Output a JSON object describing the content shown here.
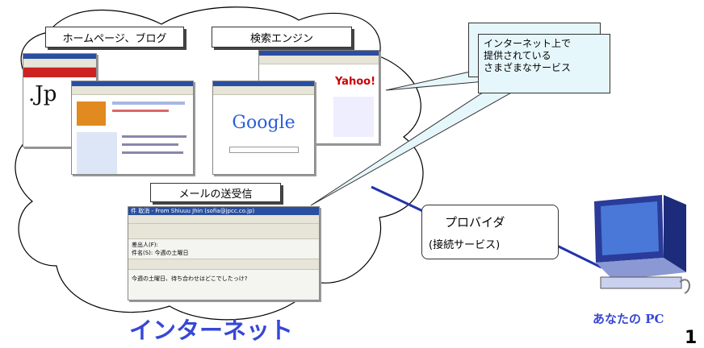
{
  "labels": {
    "homepage_blog": "ホームページ、ブログ",
    "search_engine": "検索エンジン",
    "mail": "メールの送受信",
    "provider_line1": "プロバイダ",
    "provider_line2": "(接続サービス)",
    "internet": "インターネット",
    "your_pc_kana": "あなたの",
    "your_pc_abbr": "PC",
    "page_number": "1"
  },
  "callout": {
    "line1": "インターネット上で",
    "line2": "提供されている",
    "line3": "さまざまなサービス"
  },
  "screens": {
    "jp_logo": ".Jp",
    "google_logo": "Google",
    "yahoo_logo": "Yahoo!",
    "mail_window_title": "件 取消 - From Shiuuu Jhin (sofia@jpcc.co.jp)",
    "mail_from_label": "差出人(F):",
    "mail_subject_label": "件名(S):",
    "mail_subject_value": "今週の土曜日",
    "mail_body": "今週の土曜日、待ち合わせはどこでしたっけ?"
  },
  "colors": {
    "accent_blue": "#3747d6",
    "connector_blue": "#2233aa",
    "callout_fill": "#e6f7fb"
  }
}
